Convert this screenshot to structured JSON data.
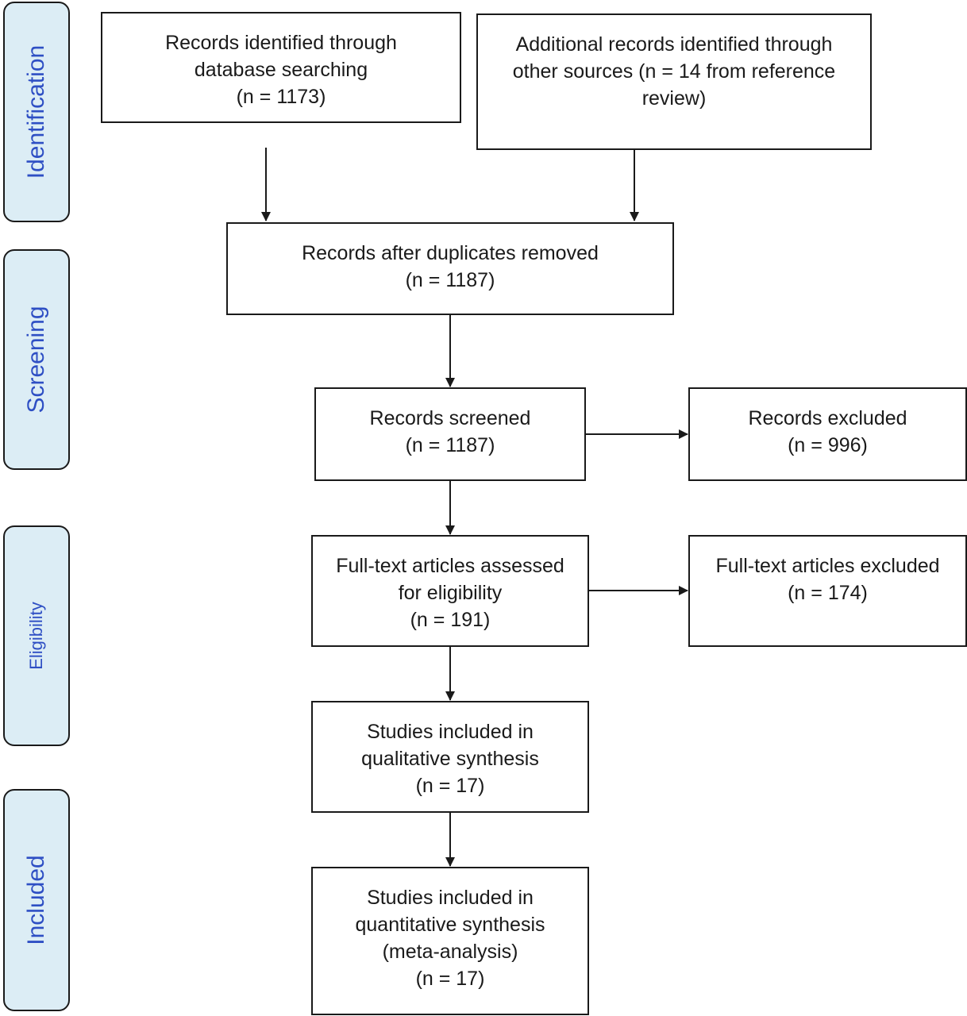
{
  "stages": {
    "identification": "Identification",
    "screening": "Screening",
    "eligibility": "Eligibility",
    "included": "Included"
  },
  "boxes": {
    "database_search": {
      "line1": "Records identified through",
      "line2": "database searching",
      "line3": "(n =  1173)"
    },
    "other_sources": {
      "line1": "Additional records identified through",
      "line2": "other sources (n = 14 from reference",
      "line3": "review)"
    },
    "duplicates_removed": {
      "line1": "Records after duplicates removed",
      "line2": "(n = 1187)"
    },
    "screened": {
      "line1": "Records screened",
      "line2": "(n = 1187)"
    },
    "excluded": {
      "line1": "Records excluded",
      "line2": "(n = 996)"
    },
    "fulltext_assessed": {
      "line1": "Full-text articles assessed",
      "line2": "for eligibility",
      "line3": "(n = 191)"
    },
    "fulltext_excluded": {
      "line1": "Full-text articles excluded",
      "line2": "(n = 174)"
    },
    "qualitative": {
      "line1": "Studies included in",
      "line2": "qualitative synthesis",
      "line3": "(n = 17)"
    },
    "quantitative": {
      "line1": "Studies included in",
      "line2": "quantitative synthesis",
      "line3": "(meta-analysis)",
      "line4": "(n = 17)"
    }
  },
  "colors": {
    "stage_fill": "#dcedf5",
    "stage_text": "#2e4fc4",
    "border": "#1a1a1a"
  }
}
